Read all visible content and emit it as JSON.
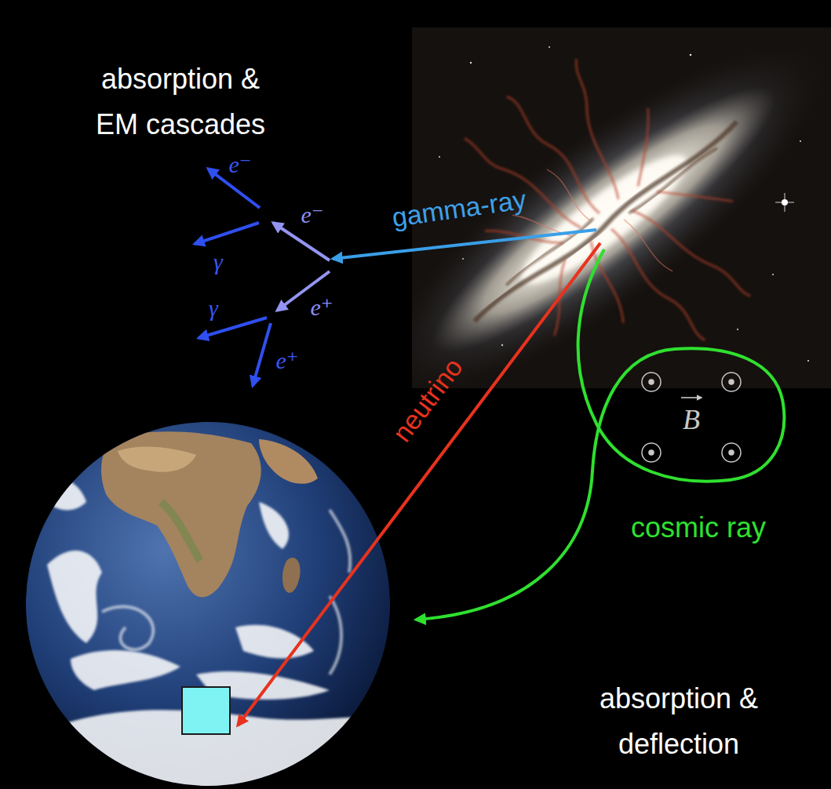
{
  "diagram": {
    "labels": [
      "absorption & EM cascades",
      "e⁻",
      "e⁻",
      "γ",
      "e⁺",
      "γ",
      "e⁺",
      "gamma-ray",
      "neutrino",
      "B",
      "cosmic ray",
      "absorption & deflection"
    ]
  }
}
